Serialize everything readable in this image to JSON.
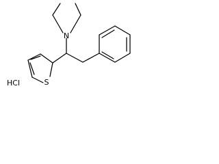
{
  "molecule": {
    "atoms": {
      "nitrogen": "N",
      "sulfur": "S"
    },
    "salt": "HCl"
  },
  "colors": {
    "bond": "#000000",
    "text": "#000000",
    "background": "#ffffff"
  }
}
